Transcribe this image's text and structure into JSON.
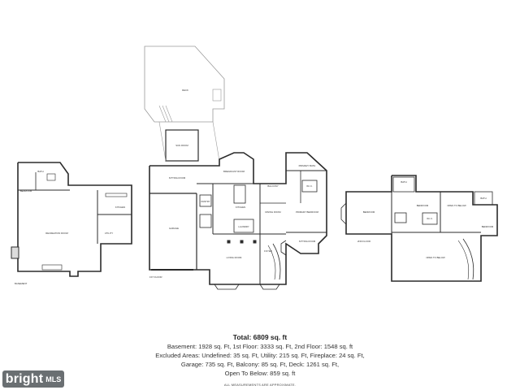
{
  "plan": {
    "floors": {
      "basement": "BASEMENT",
      "first": "1ST FLOOR",
      "second": "2ND FLOOR"
    },
    "rooms": {
      "deck": "DECK",
      "sun_room": "SUN ROOM",
      "sitting_room_1": "SITTING ROOM",
      "breakfast_room": "BREAKFAST ROOM",
      "balcony": "BALCONY",
      "primary_bath": "PRIMARY BATH",
      "wic": "W.I.C.",
      "primary_bedroom": "PRIMARY BEDROOM",
      "kitchen_1": "KITCHEN",
      "garage": "GARAGE",
      "pantry": "PANTRY",
      "dining_room": "DINING ROOM",
      "laundry": "LAUNDRY",
      "living_room": "LIVING ROOM",
      "foyer": "FOYER",
      "sitting_room_2": "SITTING ROOM",
      "bath_b": "BATH",
      "bedroom_b": "BEDROOM",
      "recreation_room": "RECREATION ROOM",
      "kitchen_b": "KITCHEN",
      "utility": "UTILITY",
      "bedroom_l": "BEDROOM",
      "bath_2": "BATH",
      "bedroom_m": "BEDROOM",
      "open_to_below_1": "OPEN TO BELOW",
      "bath_3": "BATH",
      "bedroom_r": "BEDROOM",
      "wic_2": "W.I.C.",
      "open_to_below_2": "OPEN TO BELOW"
    }
  },
  "summary": {
    "total": "Total: 6809 sq. ft",
    "line1": "Basement: 1928 sq. Ft, 1st Floor: 3333 sq. Ft, 2nd Floor: 1548 sq. ft",
    "line2": "Excluded Areas: Undefined: 35 sq. Ft, Utility: 215 sq. Ft, Fireplace: 24 sq. Ft,",
    "line3": "Garage: 735 sq. Ft, Balcony: 85 sq. Ft, Deck: 1261 sq. Ft,",
    "line4": "Open To Below: 859 sq. ft",
    "disclaimer": "ALL MEASUREMENTS ARE APPROXIMATE."
  },
  "logo": {
    "word": "bright",
    "suffix": "MLS"
  },
  "colors": {
    "wall": "#2b2b2b",
    "thin_line": "#555555",
    "deck_line": "#9a9a9a",
    "logo_bg": "#6a6f72"
  }
}
